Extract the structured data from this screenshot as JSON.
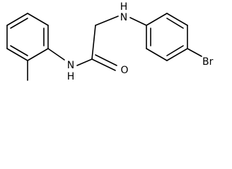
{
  "atoms": {
    "amine_nh": "H\nN",
    "amide_nh": "N\nH",
    "carbonyl_o": "O",
    "bromine": "Br"
  },
  "colors": {
    "bond": "#000000",
    "background": "#ffffff"
  }
}
